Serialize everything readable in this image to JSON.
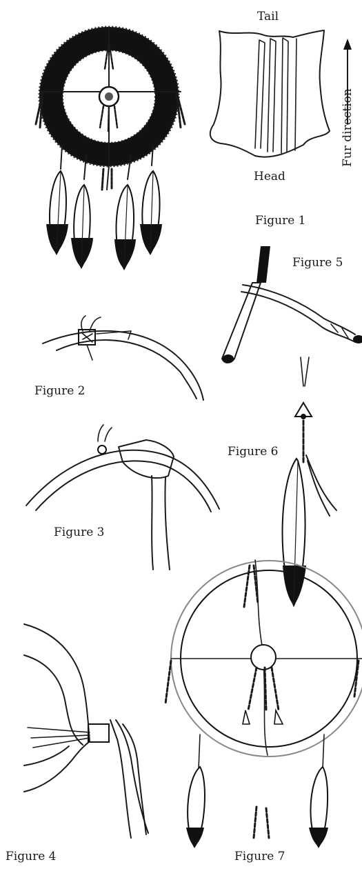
{
  "labels": {
    "tail": "Tail",
    "head": "Head",
    "fur_direction": "Fur direction",
    "figure1": "Figure 1",
    "figure2": "Figure 2",
    "figure3": "Figure 3",
    "figure4": "Figure 4",
    "figure5": "Figure 5",
    "figure6": "Figure 6",
    "figure7": "Figure 7"
  }
}
